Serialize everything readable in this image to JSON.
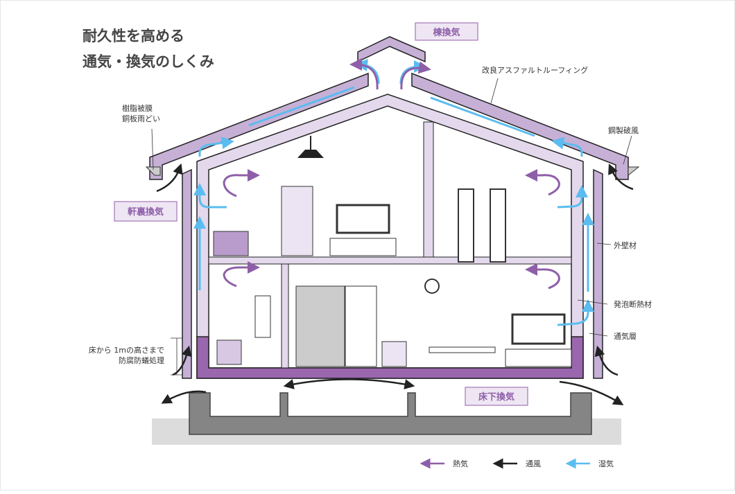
{
  "title": {
    "line1": "耐久性を高める",
    "line2": "通気・換気のしくみ"
  },
  "boxes": {
    "ridge": "棟換気",
    "eaves": "軒裏換気",
    "underfloor": "床下換気"
  },
  "labels": {
    "gutter_line1": "樹脂被膜",
    "gutter_line2": "銅板雨どい",
    "roofing": "改良アスファルトルーフィング",
    "barge": "鋼製破風",
    "exterior_wall": "外壁材",
    "insulation": "発泡断熱材",
    "air_layer": "通気層",
    "termite_line1": "床から 1mの高さまで",
    "termite_line2": "防腐防蟻処理"
  },
  "legend": [
    {
      "label": "熱気",
      "color": "#8e5fa8"
    },
    {
      "label": "通風",
      "color": "#222222"
    },
    {
      "label": "湿気",
      "color": "#5bbcf0"
    }
  ],
  "colors": {
    "roof": "#c6b0d6",
    "inner": "#e3d8ec",
    "floor": "#9a66ad",
    "blue": "#5bbcf0",
    "purple": "#8e5fa8",
    "foundation": "#858585",
    "ground": "#dcdcdc"
  }
}
